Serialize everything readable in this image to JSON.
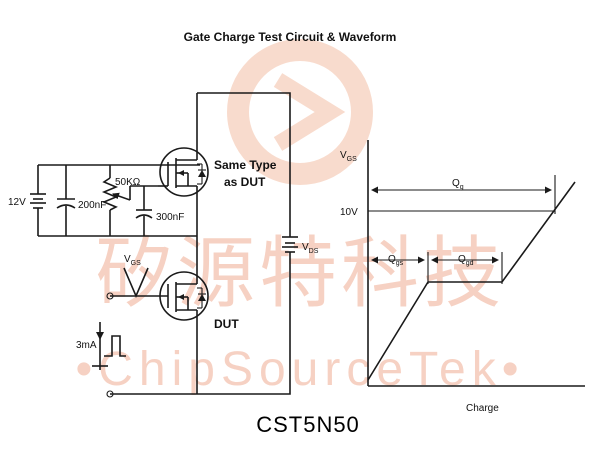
{
  "title": "Gate Charge Test Circuit & Waveform",
  "part_number": "CST5N50",
  "watermark": {
    "text_cn": "矽源特科技",
    "text_en": "•ChipSourceTek•"
  },
  "circuit": {
    "supply_12v": "12V",
    "cap_200nf": "200nF",
    "pot_50k": "50KΩ",
    "cap_300nf": "300nF",
    "upper_fet_label_1": "Same Type",
    "upper_fet_label_2": "as DUT",
    "dut_label": "DUT",
    "vds_main": "V",
    "vds_sub": "DS",
    "vgs_main": "V",
    "vgs_sub": "GS",
    "current_source": "3mA"
  },
  "waveform": {
    "y_axis_main": "V",
    "y_axis_sub": "GS",
    "level_10v": "10V",
    "qg_main": "Q",
    "qg_sub": "g",
    "qgs_main": "Q",
    "qgs_sub": "gs",
    "qgd_main": "Q",
    "qgd_sub": "gd",
    "x_axis": "Charge"
  },
  "colors": {
    "line": "#1a1a1a",
    "watermark": "#f6cdbd"
  }
}
